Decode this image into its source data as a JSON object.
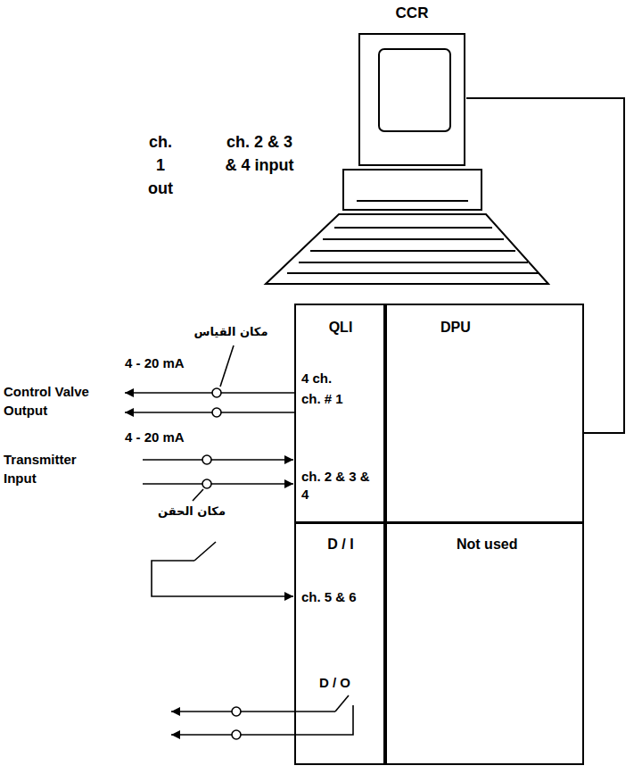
{
  "diagram": {
    "nodes": [
      {
        "text": [
          "CCR"
        ]
      },
      {
        "text": [
          "QLI",
          "4 ch.",
          "ch. # 1",
          "ch. 2 & 3 & 4"
        ]
      },
      {
        "text": [
          "DPU"
        ]
      },
      {
        "text": [
          "D / I",
          "ch. 5 & 6",
          "D / O"
        ]
      },
      {
        "text": [
          "Not used"
        ]
      }
    ],
    "edges": [
      {
        "from": 0,
        "to": 2,
        "arrow": "none"
      }
    ],
    "labels": [
      "ch. 1 out",
      "ch. 2 & 3 & 4 input",
      "مكان القياس",
      "4 - 20 mA",
      "Control Valve Output",
      "4 - 20 mA",
      "Transmitter Input",
      "مكان الحقن"
    ]
  }
}
